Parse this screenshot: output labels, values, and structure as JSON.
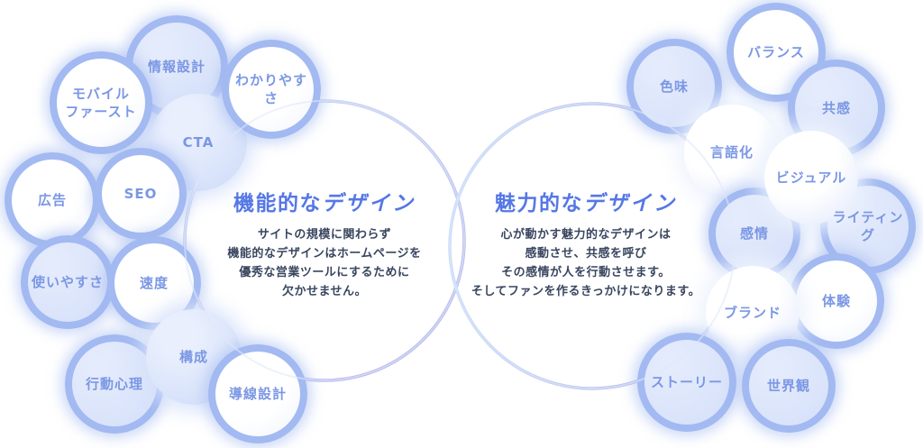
{
  "diagram": {
    "left": {
      "title_plain": "機能的な",
      "title_accent": "デザイン",
      "description_lines": [
        "サイトの規模に関わらず",
        "機能的なデザインはホームページを",
        "優秀な営業ツールにするために",
        "欠かせません。"
      ],
      "bubbles": [
        {
          "id": "info-design",
          "label": "情報設計"
        },
        {
          "id": "cta",
          "label": "CTA"
        },
        {
          "id": "clarity",
          "label": "わかりやすさ"
        },
        {
          "id": "mobile-first",
          "label": "モバイル\nファースト"
        },
        {
          "id": "ads",
          "label": "広告"
        },
        {
          "id": "seo",
          "label": "SEO"
        },
        {
          "id": "usability",
          "label": "使いやすさ"
        },
        {
          "id": "speed",
          "label": "速度"
        },
        {
          "id": "behavior-psychology",
          "label": "行動心理"
        },
        {
          "id": "structure",
          "label": "構成"
        },
        {
          "id": "flow-design",
          "label": "導線設計"
        }
      ]
    },
    "right": {
      "title_plain": "魅力的な",
      "title_accent": "デザイン",
      "description_lines": [
        "心が動かす魅力的なデザインは",
        "感動させ、共感を呼び",
        "その感情が人を行動させます。",
        "そしてファンを作るきっかけになります。"
      ],
      "bubbles": [
        {
          "id": "color-tone",
          "label": "色味"
        },
        {
          "id": "balance",
          "label": "バランス"
        },
        {
          "id": "empathy",
          "label": "共感"
        },
        {
          "id": "verbalization",
          "label": "言語化"
        },
        {
          "id": "writing",
          "label": "ライティング"
        },
        {
          "id": "emotion",
          "label": "感情"
        },
        {
          "id": "visual",
          "label": "ビジュアル"
        },
        {
          "id": "experience",
          "label": "体験"
        },
        {
          "id": "brand",
          "label": "ブランド"
        },
        {
          "id": "story",
          "label": "ストーリー"
        },
        {
          "id": "worldview",
          "label": "世界観"
        }
      ]
    },
    "colors": {
      "bubble_border": "#a2b9f1",
      "bubble_fill_light_blue": "#d4dff9",
      "bubble_fill_white": "#ffffff",
      "bubble_label": "#7b97e4",
      "title": "#5577e6",
      "body_text": "#39465f",
      "ring_blue": "#c8d9f7",
      "ring_purple": "#b3b1e9"
    }
  }
}
